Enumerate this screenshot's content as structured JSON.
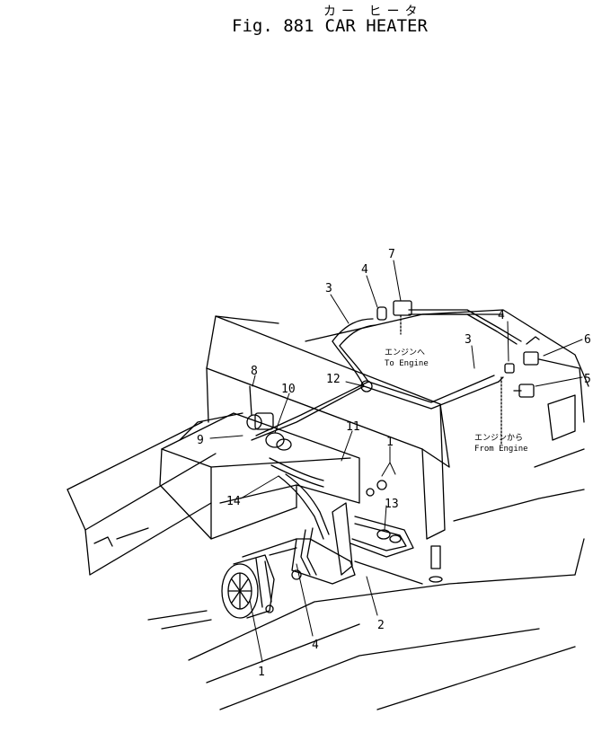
{
  "header": {
    "japanese_title": "カー ヒータ",
    "figure_number": "Fig. 881",
    "figure_title": "CAR HEATER"
  },
  "notes": {
    "to_engine_jp": "エンジンへ",
    "to_engine_en": "To Engine",
    "from_engine_jp": "エンジンから",
    "from_engine_en": "From Engine"
  },
  "callouts": [
    "1",
    "1",
    "2",
    "3",
    "3",
    "4",
    "4",
    "4",
    "5",
    "6",
    "7",
    "8",
    "9",
    "10",
    "11",
    "12",
    "13",
    "14"
  ]
}
